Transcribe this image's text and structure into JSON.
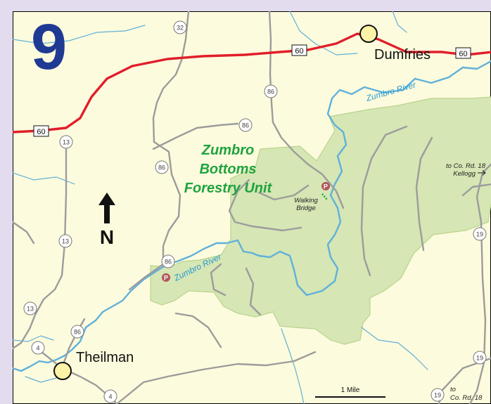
{
  "map": {
    "page_number": "9",
    "title_lines": [
      "Zumbro",
      "Bottoms",
      "Forestry Unit"
    ],
    "towns": {
      "dumfries": "Dumfries",
      "theilman": "Theilman"
    },
    "rivers": {
      "upper": "Zumbro River",
      "lower": "Zumbro River"
    },
    "north_label": "N",
    "walking_bridge": [
      "Walking",
      "Bridge"
    ],
    "to_kellogg": [
      "to Co. Rd. 18",
      "Kellogg"
    ],
    "to_co_rd_18": [
      "to",
      "Co. Rd. 18"
    ],
    "parking_symbol": "P",
    "scale_label": "1 Mile",
    "route_shields": {
      "hwy60_west": "60",
      "hwy60_mid": "60",
      "hwy60_east": "60",
      "r32": "32",
      "r86_a": "86",
      "r86_b": "86",
      "r86_c": "86",
      "r86_d": "86",
      "r86_e": "86",
      "r13_a": "13",
      "r13_b": "13",
      "r13_c": "13",
      "r4_a": "4",
      "r4_b": "4",
      "r19_a": "19",
      "r19_b": "19",
      "r19_c": "19"
    },
    "colors": {
      "background": "#fdfbdd",
      "page_frame": "#e2dcee",
      "forest": "#d6e6b4",
      "forest_edge": "#b9d48e",
      "water": "#5fb1da",
      "highway": "#e01e2a",
      "road": "#9c9c9c",
      "title_green": "#1fa33f",
      "page_number": "#1f3a93",
      "town_fill": "#fdf3a6",
      "parking": "#b0575b"
    }
  }
}
